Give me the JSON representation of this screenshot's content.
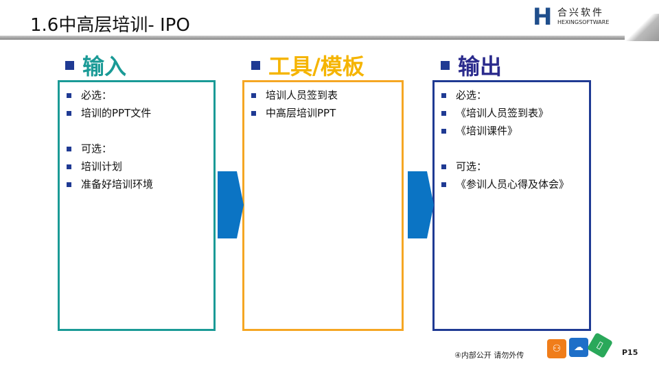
{
  "title": "1.6中高层培训- IPO",
  "logo": {
    "cn": "合兴软件",
    "en": "HEXINGSOFTWARE"
  },
  "columns": [
    {
      "heading": "输入",
      "color": "#1a9a96",
      "border": "#1a9a96",
      "items": [
        {
          "text": "必选："
        },
        {
          "text": "培训的PPT文件"
        },
        {
          "gap": true
        },
        {
          "text": "可选："
        },
        {
          "text": "培训计划"
        },
        {
          "text": "准备好培训环境"
        }
      ]
    },
    {
      "heading": "工具/模板",
      "color": "#f5b400",
      "border": "#f5a623",
      "items": [
        {
          "text": "培训人员签到表"
        },
        {
          "text": "中高层培训PPT"
        }
      ]
    },
    {
      "heading": "输出",
      "color": "#2a2a8c",
      "border": "#1f3a93",
      "items": [
        {
          "text": "必选："
        },
        {
          "text": "《培训人员签到表》"
        },
        {
          "text": "《培训课件》"
        },
        {
          "gap": true
        },
        {
          "text": "可选："
        },
        {
          "text": "《参训人员心得及体会》"
        }
      ]
    }
  ],
  "footer": {
    "notice": "④内部公开 请勿外传",
    "page": "P15"
  }
}
